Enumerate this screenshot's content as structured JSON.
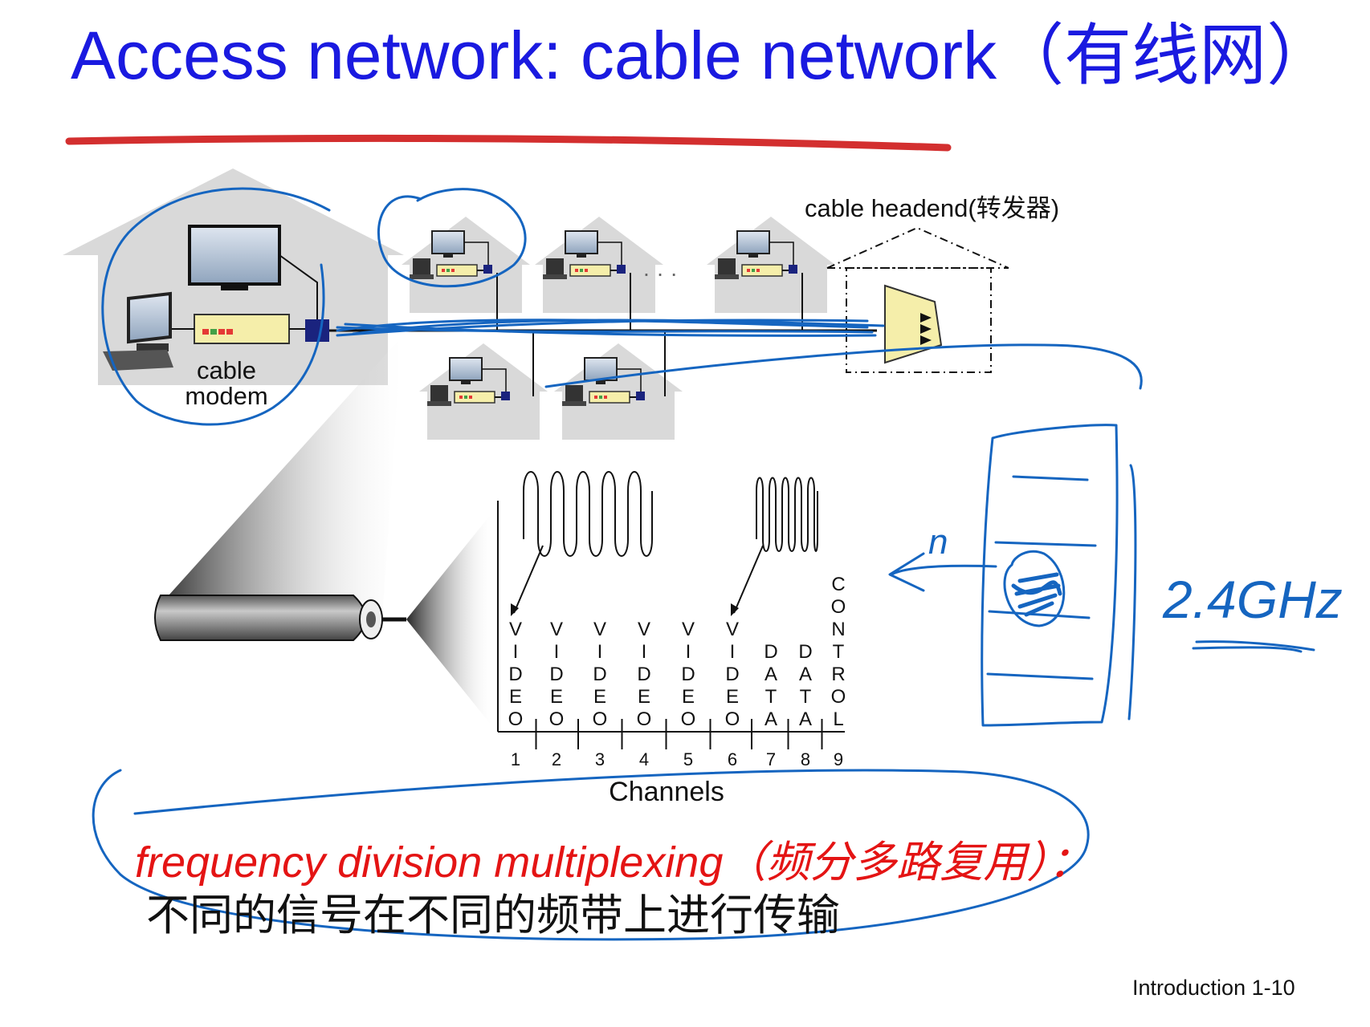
{
  "slide": {
    "title": "Access network: cable network（有线网）",
    "page_number": "Introduction 1-10"
  },
  "diagram": {
    "headend_label": "cable headend(转发器)",
    "modem_label_line1": "cable",
    "modem_label_line2": "modem",
    "ellipsis": "· · ·",
    "channels_title": "Channels",
    "channels": [
      {
        "number": "1",
        "letters": [
          "V",
          "I",
          "D",
          "E",
          "O"
        ]
      },
      {
        "number": "2",
        "letters": [
          "V",
          "I",
          "D",
          "E",
          "O"
        ]
      },
      {
        "number": "3",
        "letters": [
          "V",
          "I",
          "D",
          "E",
          "O"
        ]
      },
      {
        "number": "4",
        "letters": [
          "V",
          "I",
          "D",
          "E",
          "O"
        ]
      },
      {
        "number": "5",
        "letters": [
          "V",
          "I",
          "D",
          "E",
          "O"
        ]
      },
      {
        "number": "6",
        "letters": [
          "V",
          "I",
          "D",
          "E",
          "O"
        ]
      },
      {
        "number": "7",
        "letters": [
          "D",
          "A",
          "T",
          "A"
        ]
      },
      {
        "number": "8",
        "letters": [
          "D",
          "A",
          "T",
          "A"
        ]
      },
      {
        "number": "9",
        "letters": [
          "C",
          "O",
          "N",
          "T",
          "R",
          "O",
          "L"
        ]
      }
    ]
  },
  "fdm": {
    "heading": "frequency division multiplexing（频分多路复用）：",
    "description": "不同的信号在不同的频带上进行传输"
  },
  "handwriting": {
    "n_label": "n",
    "frequency_note": "2.4GHz"
  },
  "colors": {
    "title": "#1a1ae0",
    "ink_blue": "#1565c0",
    "ink_red": "#d32f2f",
    "fdm_heading": "#e41414",
    "house": "#d9d9d9",
    "modem": "#f5eeaa",
    "connector": "#1a237e"
  }
}
